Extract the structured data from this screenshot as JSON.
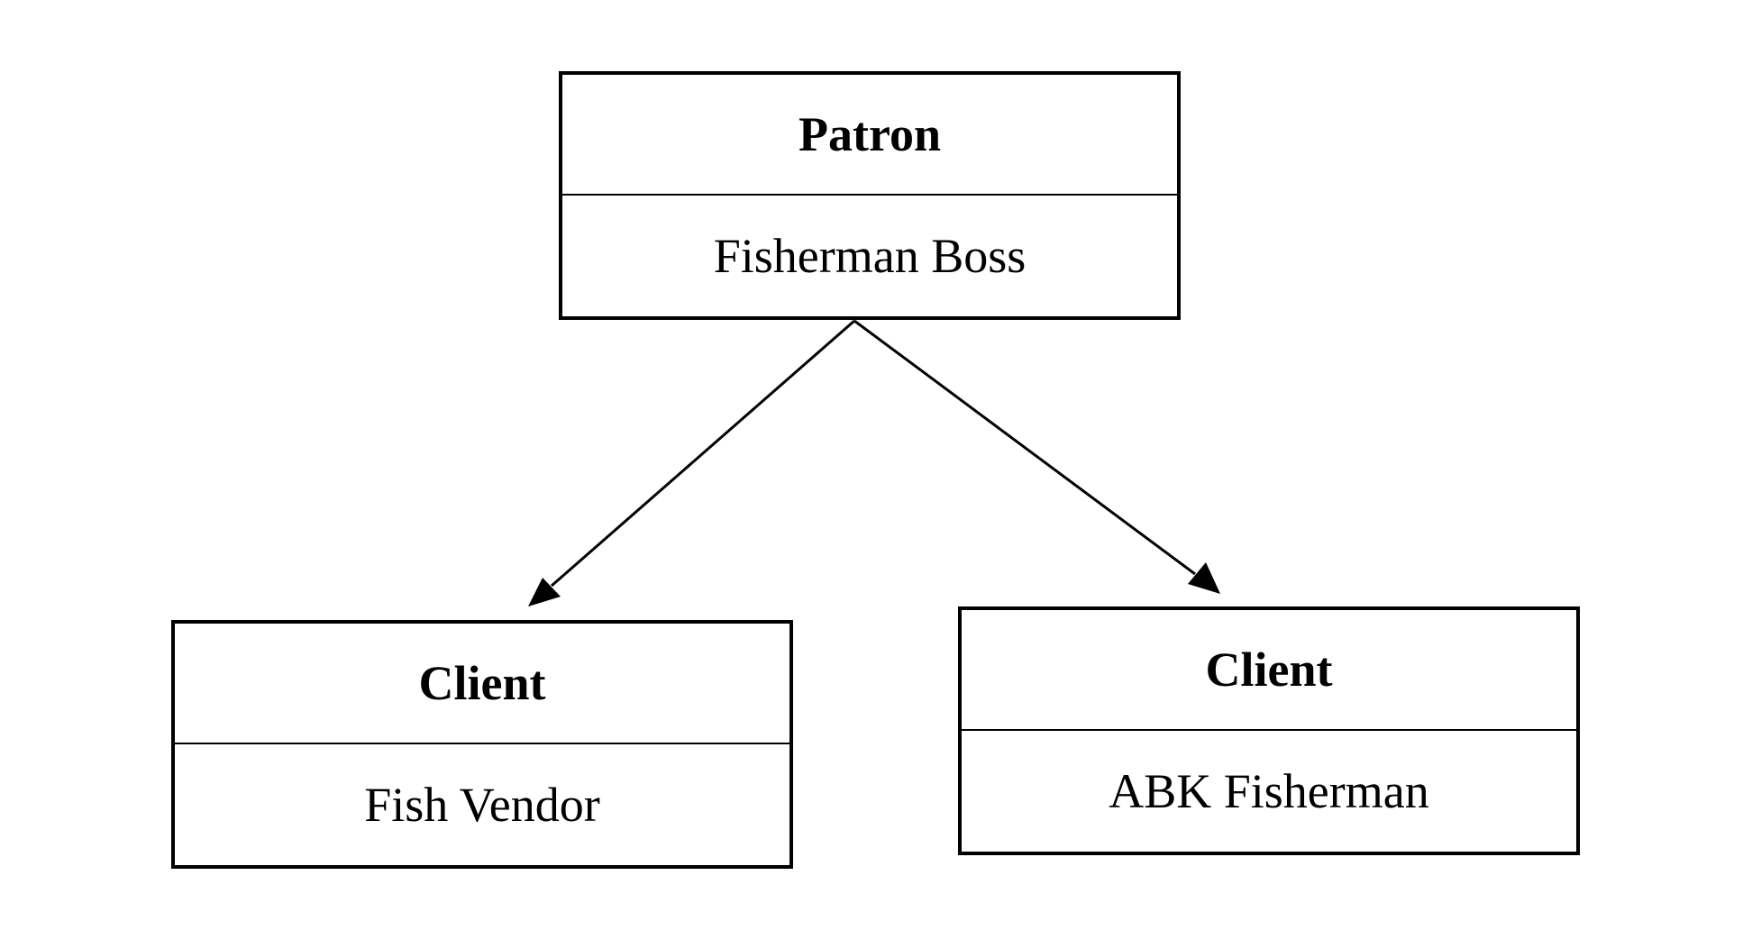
{
  "diagram": {
    "nodes": [
      {
        "id": "patron",
        "title": "Patron",
        "role": "Fisherman Boss"
      },
      {
        "id": "client_left",
        "title": "Client",
        "role": "Fish Vendor"
      },
      {
        "id": "client_right",
        "title": "Client",
        "role": "ABK Fisherman"
      }
    ],
    "edges": [
      {
        "from": "patron",
        "to": "client_left",
        "style": "solid-arrow"
      },
      {
        "from": "patron",
        "to": "client_right",
        "style": "solid-arrow"
      }
    ],
    "colors": {
      "line": "#000000",
      "background": "#ffffff"
    }
  }
}
